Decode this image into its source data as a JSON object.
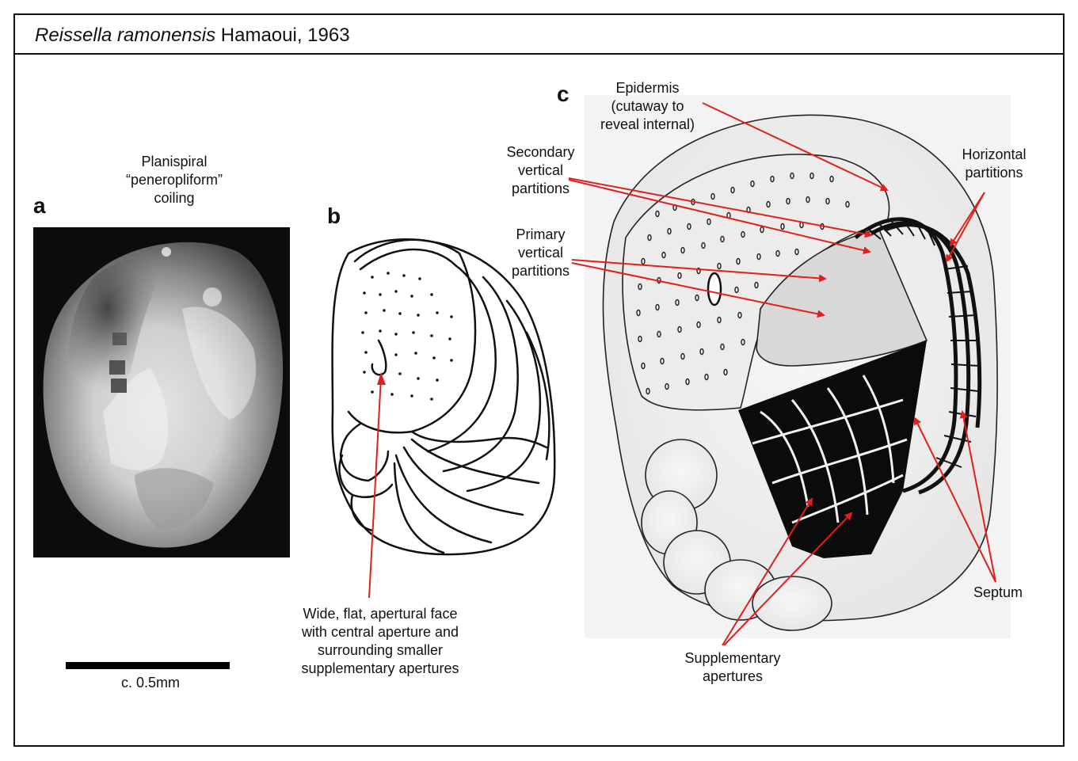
{
  "title": {
    "species": "Reissella ramonensis",
    "author_year": "Hamaoui, 1963"
  },
  "panels": {
    "a": {
      "letter": "a",
      "caption": "Planispiral\n“peneropliform”\ncoiling",
      "scale_label": "c. 0.5mm"
    },
    "b": {
      "letter": "b",
      "caption": "Wide, flat, apertural face\nwith central aperture and\nsurrounding smaller\nsupplementary apertures"
    },
    "c": {
      "letter": "c",
      "labels": {
        "epidermis": "Epidermis\n(cutaway to\nreveal internal)",
        "secondary": "Secondary\nvertical\npartitions",
        "primary": "Primary\nvertical\npartitions",
        "horizontal": "Horizontal\npartitions",
        "septum": "Septum",
        "supplementary": "Supplementary\napertures"
      }
    }
  },
  "colors": {
    "arrow": "#e0201c",
    "frame": "#111111",
    "photo_bg": "#0c0c0c"
  }
}
